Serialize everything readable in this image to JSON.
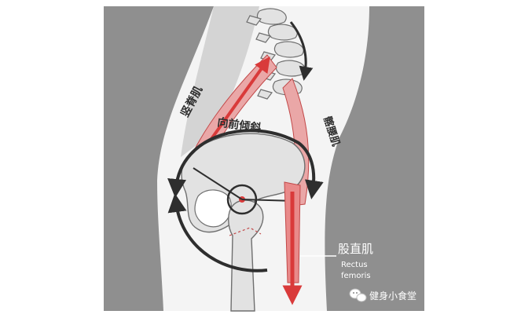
{
  "labels": {
    "erector_spinae": "竖脊肌",
    "anterior_tilt": "向前倾斜",
    "iliopsoas": "髂腰肌",
    "rectus_femoris_cn": "股直肌",
    "rectus_femoris_en_1": "Rectus",
    "rectus_femoris_en_2": "femoris"
  },
  "watermark": {
    "text": "健身小食堂",
    "icon": "wechat-icon"
  },
  "colors": {
    "background_panel": "#8f8f8f",
    "body_silhouette": "#f4f4f4",
    "muscle_red": "#d93a3a",
    "muscle_light": "#eaa7a7",
    "arrow_dark": "#2e2e2e",
    "bone": "#e2e2e2",
    "bone_outline": "#6f6f6f"
  }
}
